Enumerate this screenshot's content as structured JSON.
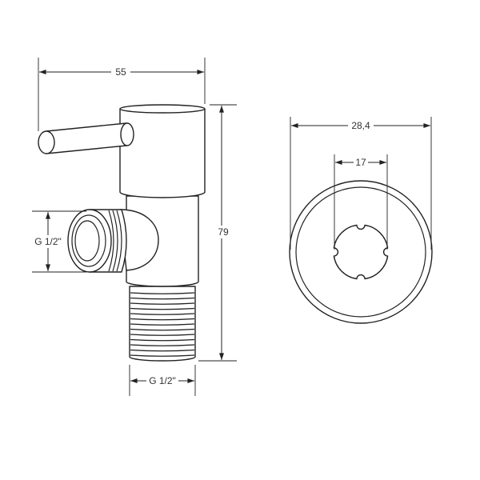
{
  "dimensions": {
    "width_label": "55",
    "height_label": "79",
    "side_thread_label": "G 1/2\"",
    "bottom_thread_label": "G 1/2\"",
    "flange_diameter_label": "28,4",
    "hole_diameter_label": "17"
  }
}
